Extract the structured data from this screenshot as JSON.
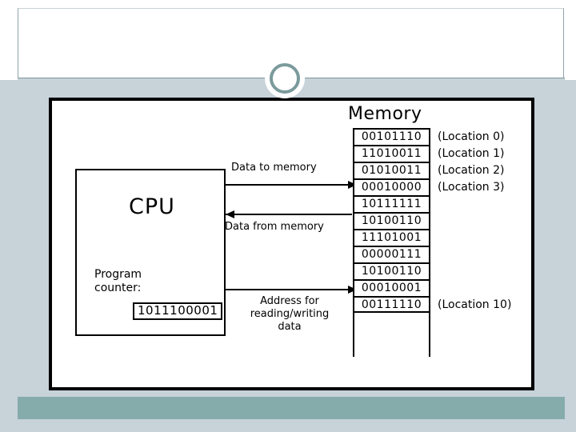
{
  "slide": {
    "header_title": "",
    "colors": {
      "background": "#c7d2d9",
      "footer": "#86abab",
      "header": "#ffffff",
      "accent_ring": "#7b9a9c",
      "ink": "#000000"
    }
  },
  "figure": {
    "cpu": {
      "title": "CPU",
      "program_counter_label": "Program\ncounter:",
      "program_counter_value": "1011100001"
    },
    "buses": [
      {
        "name": "data-to-memory",
        "label": "Data to memory",
        "direction": "right"
      },
      {
        "name": "data-from-memory",
        "label": "Data from memory",
        "direction": "left"
      },
      {
        "name": "address-bus",
        "label": "Address for\nreading/writing\ndata",
        "direction": "right"
      }
    ],
    "memory": {
      "title": "Memory",
      "cells": [
        {
          "value": "00101110",
          "location": "(Location 0)"
        },
        {
          "value": "11010011",
          "location": "(Location 1)"
        },
        {
          "value": "01010011",
          "location": "(Location 2)"
        },
        {
          "value": "00010000",
          "location": "(Location 3)"
        },
        {
          "value": "10111111",
          "location": ""
        },
        {
          "value": "10100110",
          "location": ""
        },
        {
          "value": "11101001",
          "location": ""
        },
        {
          "value": "00000111",
          "location": ""
        },
        {
          "value": "10100110",
          "location": ""
        },
        {
          "value": "00010001",
          "location": ""
        },
        {
          "value": "00111110",
          "location": "(Location 10)"
        }
      ]
    }
  }
}
